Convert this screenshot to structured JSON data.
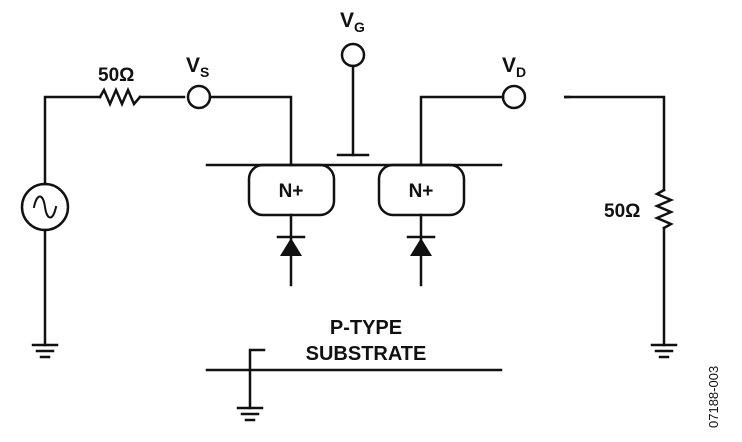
{
  "labels": {
    "gate_main": "V",
    "gate_sub": "G",
    "source_main": "V",
    "source_sub": "S",
    "drain_main": "V",
    "drain_sub": "D",
    "resistor_source": "50Ω",
    "resistor_drain": "50Ω",
    "nplus_left": "N+",
    "nplus_right": "N+",
    "substrate_line1": "P-TYPE",
    "substrate_line2": "SUBSTRATE",
    "figure_id": "07188-003"
  }
}
